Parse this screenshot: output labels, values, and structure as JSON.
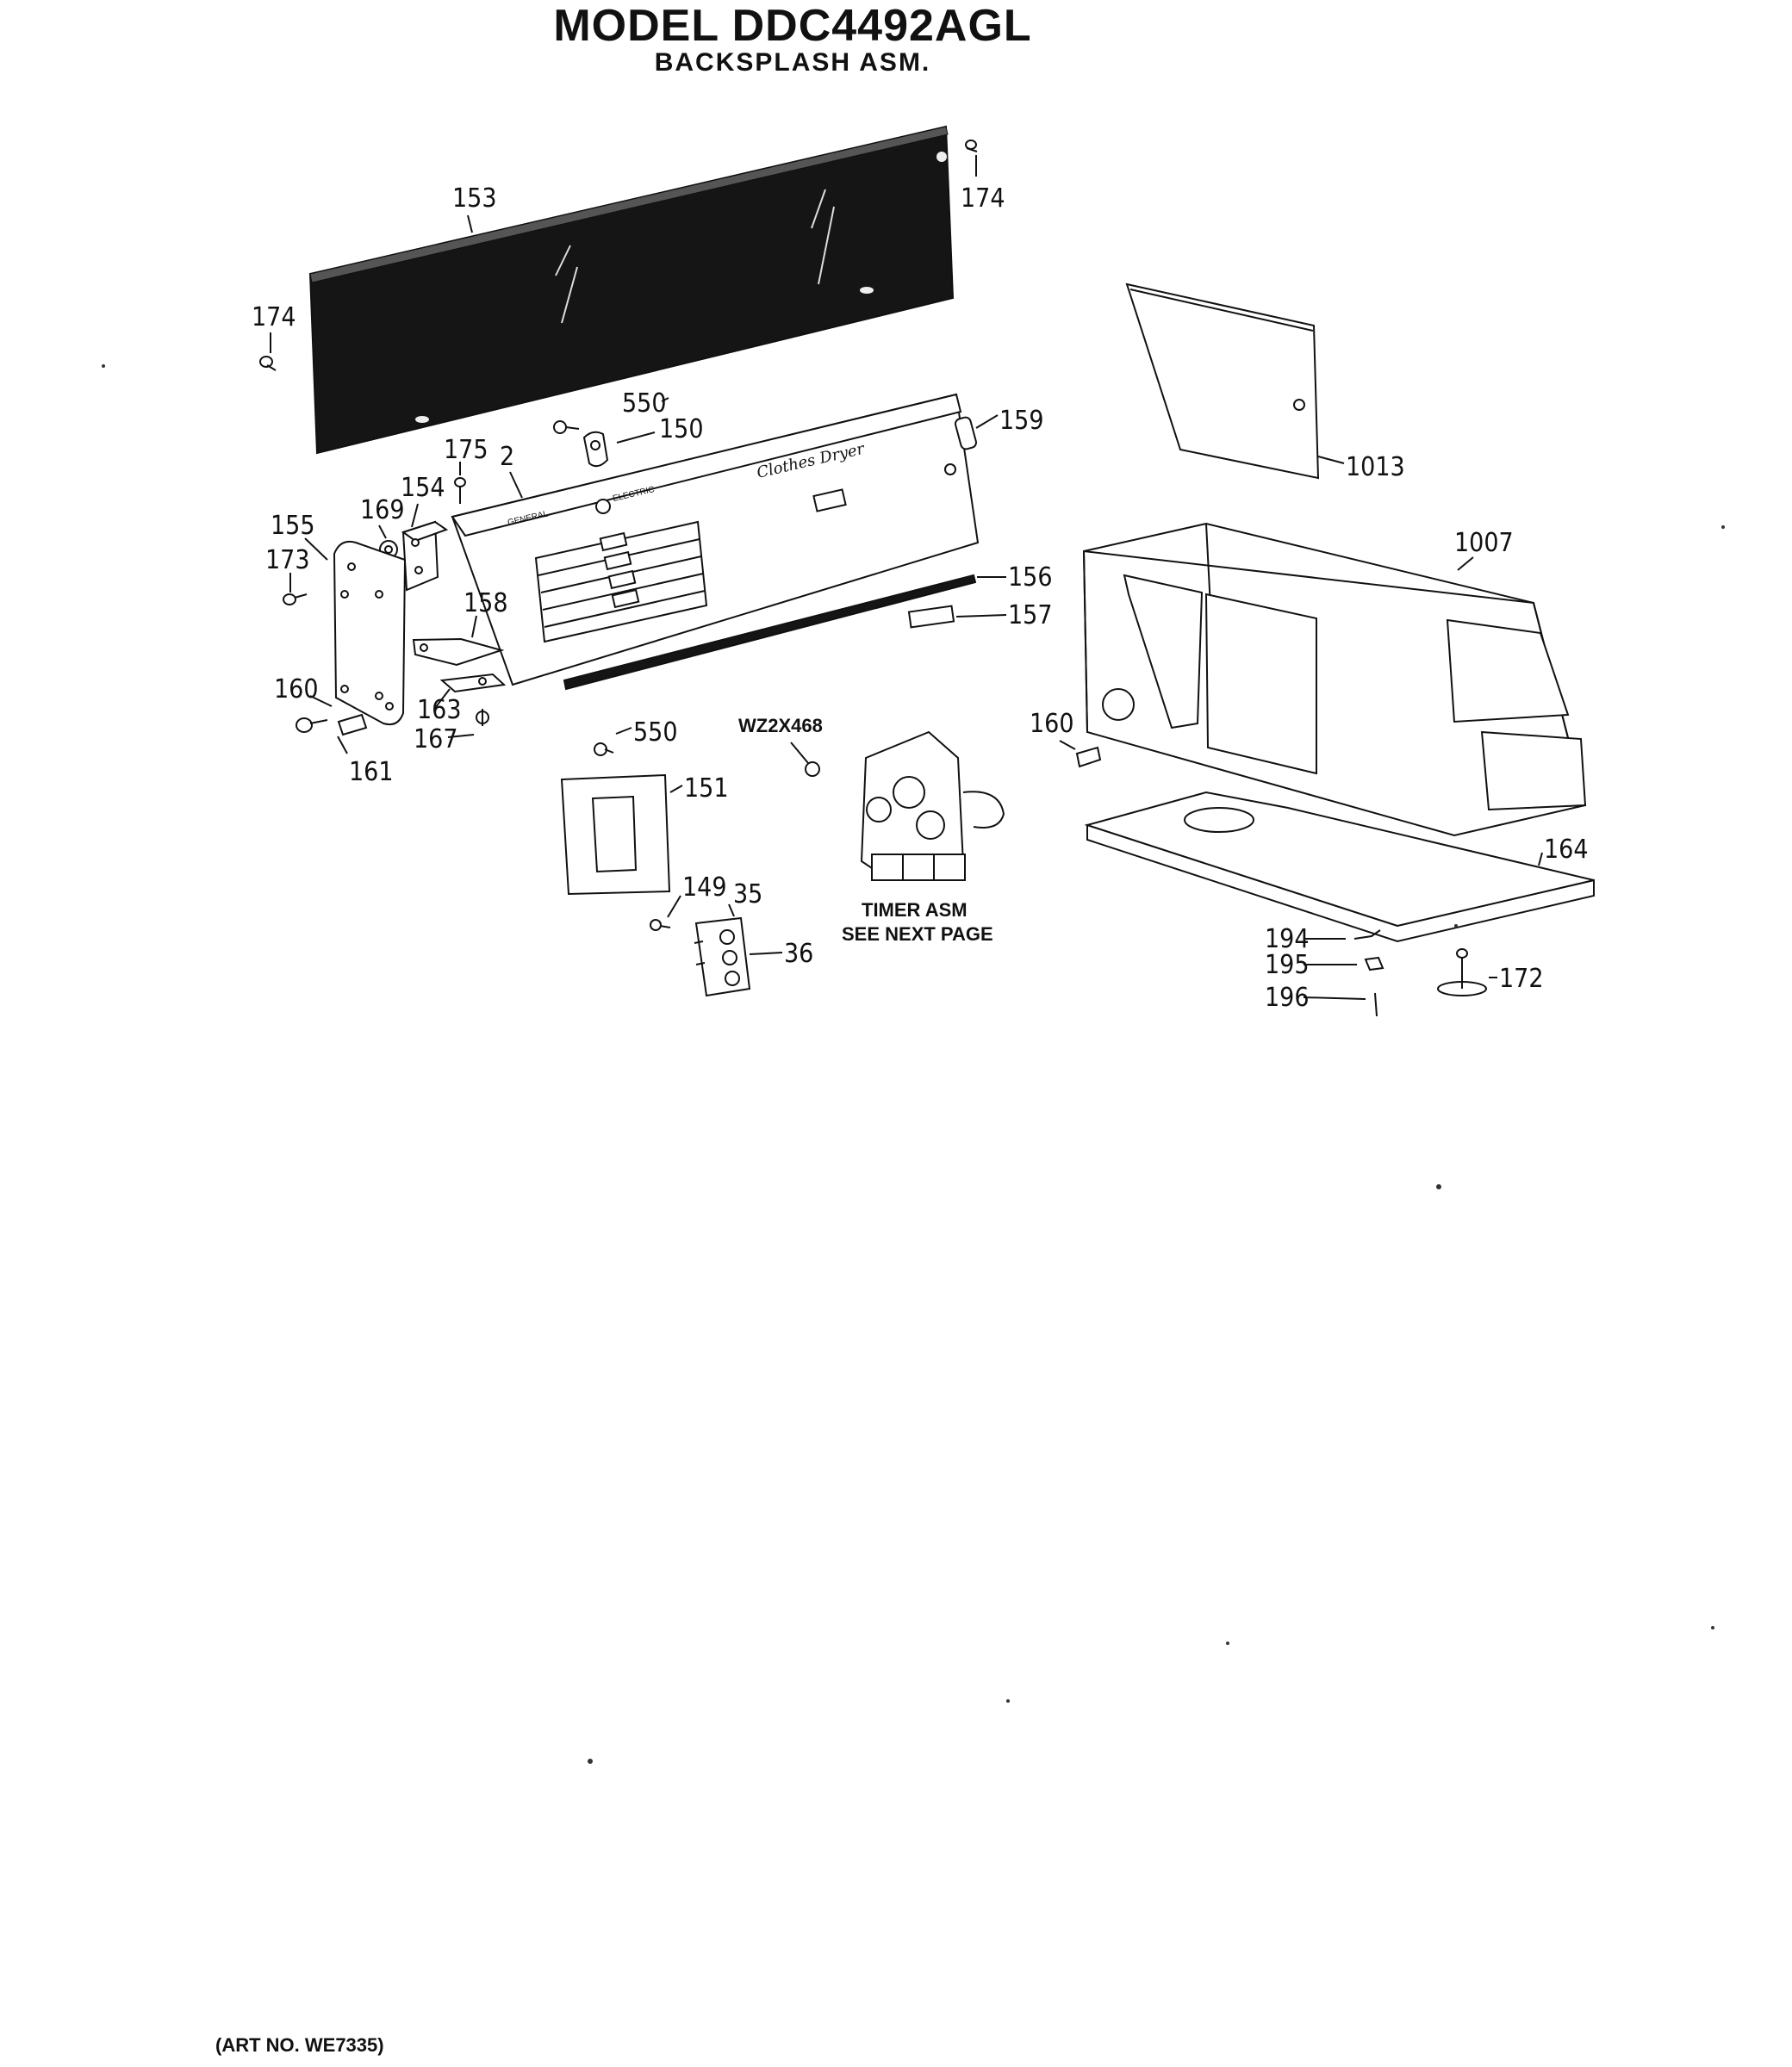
{
  "header": {
    "title": "MODEL DDC4492AGL",
    "subtitle": "BACKSPLASH ASM."
  },
  "footer": {
    "art_no": "(ART NO. WE7335)"
  },
  "panel_text": {
    "brand_left": "GENERAL",
    "brand_right": "ELECTRIC",
    "script": "Clothes Dryer"
  },
  "timer_note": {
    "line1": "TIMER ASM",
    "line2": "SEE NEXT PAGE",
    "part": "WZ2X468"
  },
  "callouts": {
    "c153": "153",
    "c174a": "174",
    "c174b": "174",
    "c550a": "550",
    "c150": "150",
    "c159": "159",
    "c1013": "1013",
    "c175": "175",
    "c2": "2",
    "c154": "154",
    "c169": "169",
    "c155": "155",
    "c173": "173",
    "c158": "158",
    "c156": "156",
    "c157": "157",
    "c1007": "1007",
    "c160a": "160",
    "c163": "163",
    "c167": "167",
    "c161": "161",
    "c550b": "550",
    "c151": "151",
    "c160b": "160",
    "c164": "164",
    "c149": "149",
    "c35": "35",
    "c36": "36",
    "c194": "194",
    "c195": "195",
    "c196": "196",
    "c172": "172"
  }
}
